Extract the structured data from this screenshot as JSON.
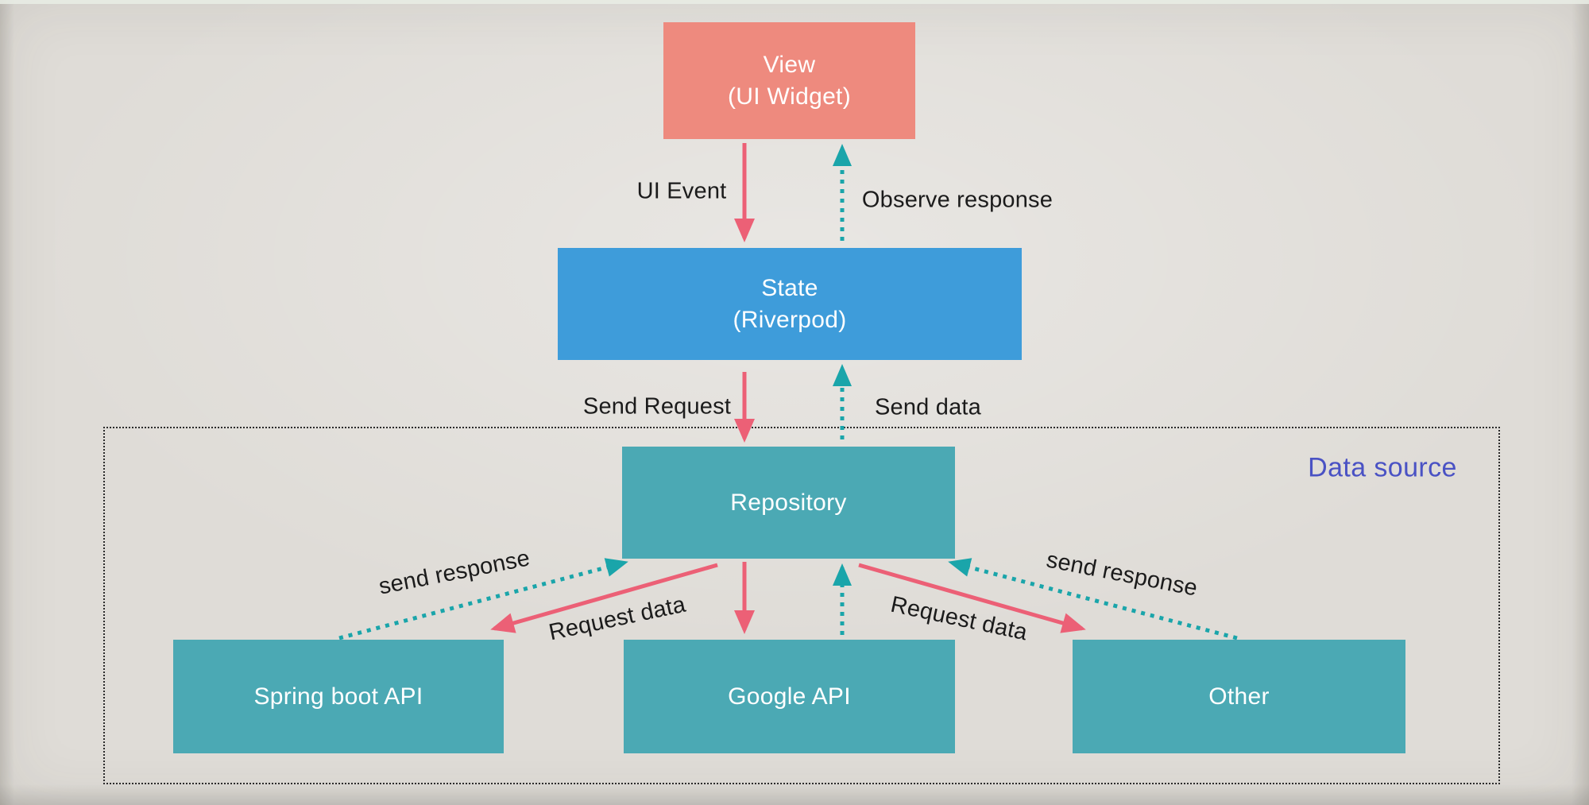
{
  "page": {
    "background": "#DFDCD7",
    "top_strip_color": "#E9EDE5"
  },
  "colors": {
    "solid_arrow": "#EC6076",
    "dotted_arrow": "#1AA5AA",
    "box_view": "#EE8A7E",
    "box_state": "#3E9CDA",
    "box_teal": "#4BA9B4",
    "box_text": "#FFFFFF",
    "label_text": "#1B1B1B",
    "data_source_text": "#4A52C4",
    "container_border": "#2B2B2B"
  },
  "boxes": {
    "view": {
      "title": "View",
      "subtitle": "(UI Widget)"
    },
    "state": {
      "title": "State",
      "subtitle": "(Riverpod)"
    },
    "repository": {
      "title": "Repository"
    },
    "spring": {
      "title": "Spring boot API"
    },
    "google": {
      "title": "Google API"
    },
    "other": {
      "title": "Other"
    }
  },
  "container": {
    "label": "Data source"
  },
  "labels": {
    "ui_event": "UI Event",
    "observe_response": "Observe response",
    "send_request": "Send Request",
    "send_data": "Send data",
    "request_data_left": "Request data",
    "request_data_right": "Request data",
    "send_response_left": "send response",
    "send_response_right": "send response"
  }
}
